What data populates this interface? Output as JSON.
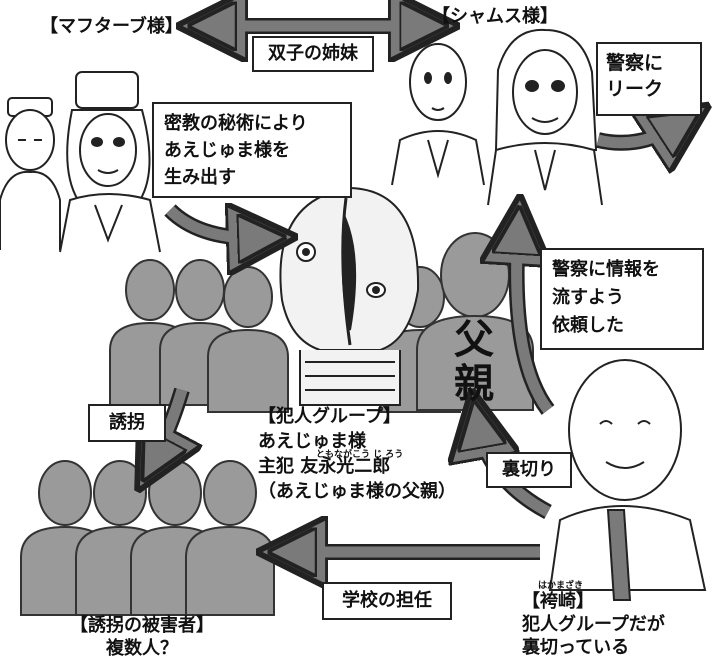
{
  "labels": {
    "mafutabu": "【マフターブ様】",
    "shamus": "【シャムス様】",
    "twins": "双子の姉妹",
    "leak": "警察に\nリーク",
    "secret_art": "密教の秘術により\nあえじゅま様を\n生み出す",
    "request": "警察に情報を\n流すよう\n依頼した",
    "father": "父\n親",
    "kidnap": "誘拐",
    "betray": "裏切り",
    "teacher": "学校の担任",
    "criminal_group": [
      "【犯人グループ】",
      "あえじゅま様",
      "主犯 友永光二郎",
      "（あえじゅま様の父親）"
    ],
    "criminal_ruby": "ともながこう じ ろう",
    "victims": [
      "【誘拐の被害者】",
      "複数人？"
    ],
    "hakamazaki": [
      "【袴崎】",
      "犯人グループだが",
      "裏切っている"
    ],
    "hakamazaki_ruby": "はかまざき"
  },
  "colors": {
    "arrow": "#7a7a7a",
    "silhouette": "#9a9a9a",
    "line": "#222222"
  }
}
